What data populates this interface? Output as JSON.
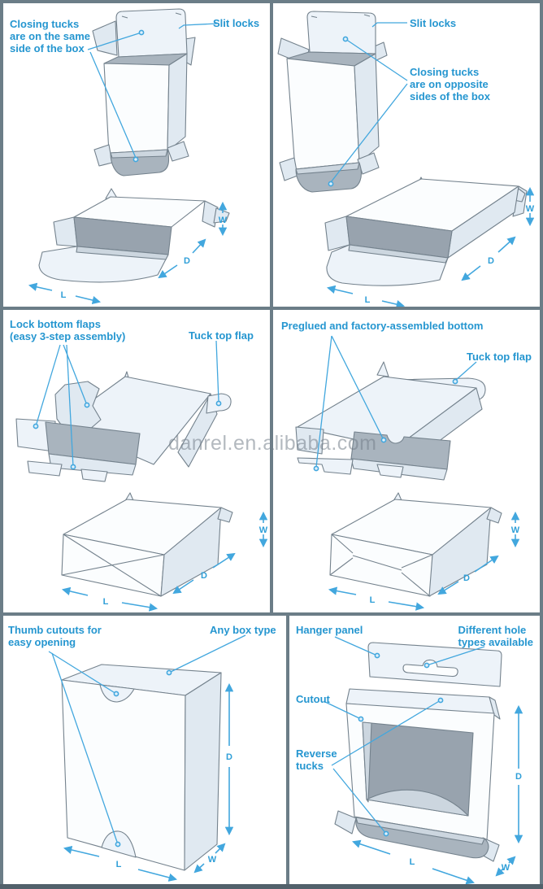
{
  "watermark": "danrel.en.alibaba.com",
  "colors": {
    "label_blue": "#2596d0",
    "leader_blue": "#42a7de",
    "frame_gray": "#6b7d87",
    "box_line_gray": "#74828d",
    "box_fill_light": "#edf3f9",
    "box_fill_dark": "#a9b4be"
  },
  "panels": [
    {
      "id": "tuck-end-same-side",
      "labels": {
        "closing_tucks": [
          "Closing tucks",
          "are on the same",
          "side of the box"
        ],
        "slit_locks": "Slit locks"
      },
      "dims": {
        "w": "W",
        "d": "D",
        "l": "L"
      }
    },
    {
      "id": "tuck-end-opposite-sides",
      "labels": {
        "slit_locks": "Slit locks",
        "closing_tucks": [
          "Closing tucks",
          "are on opposite",
          "sides of the box"
        ]
      },
      "dims": {
        "w": "W",
        "d": "D",
        "l": "L"
      }
    },
    {
      "id": "lock-bottom",
      "labels": {
        "lock_bottom": [
          "Lock bottom flaps",
          "(easy 3-step assembly)"
        ],
        "tuck_top": "Tuck top flap"
      },
      "dims": {
        "w": "W",
        "d": "D",
        "l": "L"
      }
    },
    {
      "id": "preglued-bottom",
      "labels": {
        "preglued": "Preglued and factory-assembled bottom",
        "tuck_top": "Tuck top flap"
      },
      "dims": {
        "w": "W",
        "d": "D",
        "l": "L"
      }
    },
    {
      "id": "thumb-cutouts",
      "labels": {
        "thumb_cutouts": [
          "Thumb cutouts for",
          "easy opening"
        ],
        "any_box": "Any box type"
      },
      "dims": {
        "d": "D",
        "w": "W",
        "l": "L"
      }
    },
    {
      "id": "hanger-panel",
      "labels": {
        "hanger_panel": "Hanger panel",
        "hole_types": [
          "Different hole",
          "types available"
        ],
        "cutout": "Cutout",
        "reverse_tucks": [
          "Reverse",
          "tucks"
        ]
      },
      "dims": {
        "d": "D",
        "w": "W",
        "l": "L"
      }
    }
  ]
}
